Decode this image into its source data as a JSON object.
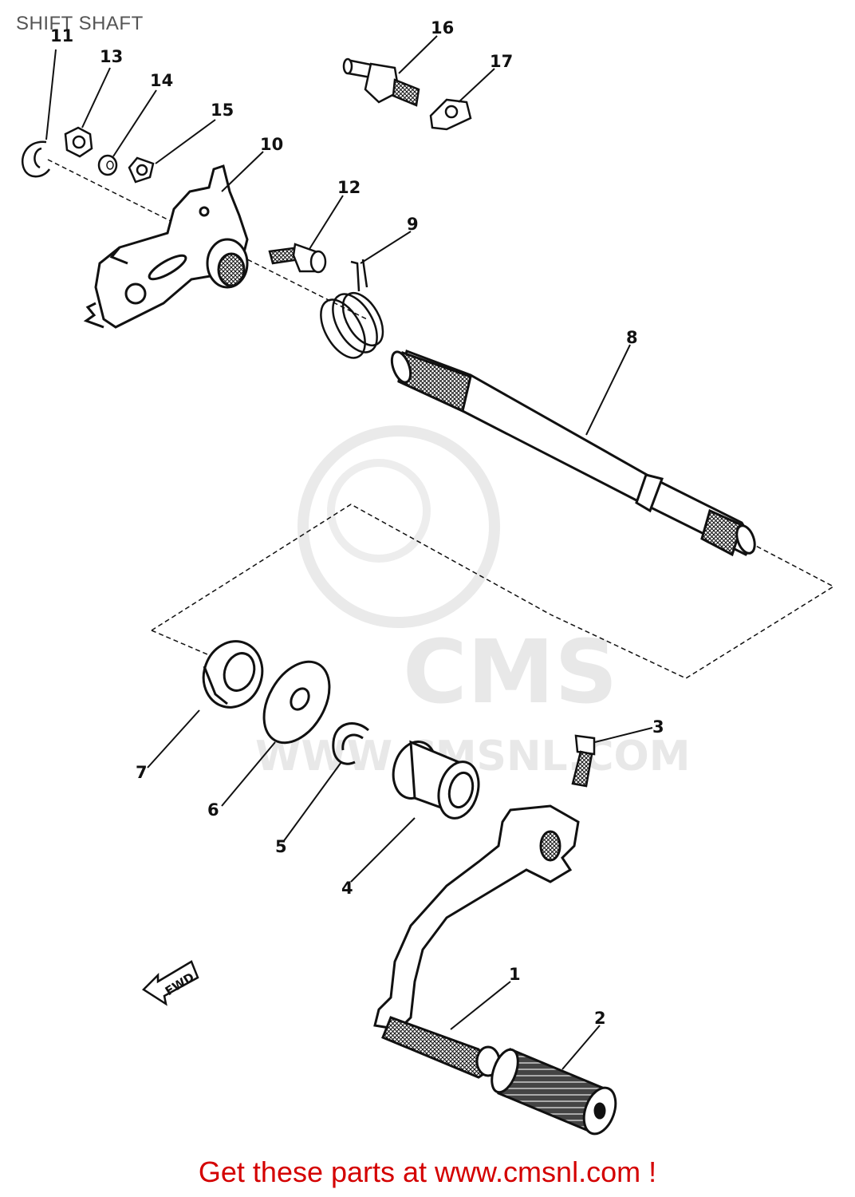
{
  "page": {
    "title": "SHIFT SHAFT",
    "footer": "Get these parts at www.cmsnl.com !"
  },
  "watermark": {
    "brand": "CMS",
    "url": "WWW.CMSNL.COM"
  },
  "direction_badge": "FWD",
  "callouts": [
    "1",
    "2",
    "3",
    "4",
    "5",
    "6",
    "7",
    "8",
    "9",
    "10",
    "11",
    "12",
    "13",
    "14",
    "15",
    "16",
    "17"
  ]
}
